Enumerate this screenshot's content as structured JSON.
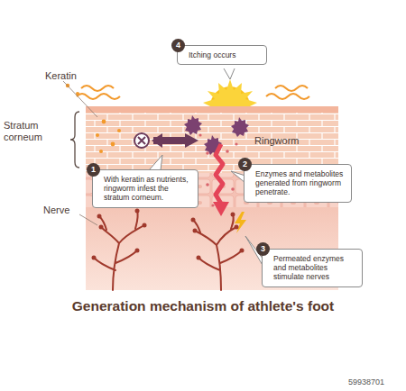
{
  "diagram": {
    "title": "Generation mechanism of athlete's foot",
    "nodes": [
      {
        "text": [
          "4",
          "Itching occurs"
        ]
      },
      {
        "text": [
          "1",
          "With keratin as nutrients, ringworm infest the stratum corneum."
        ]
      },
      {
        "text": [
          "2",
          "Enzymes and metabolites generated from ringworm penetrate."
        ]
      },
      {
        "text": [
          "3",
          "Permeated enzymes and metabolites stimulate nerves"
        ]
      }
    ],
    "labels": [
      "Keratin",
      "Stratum corneum",
      "Ringworm",
      "Nerve",
      "59938701"
    ]
  }
}
